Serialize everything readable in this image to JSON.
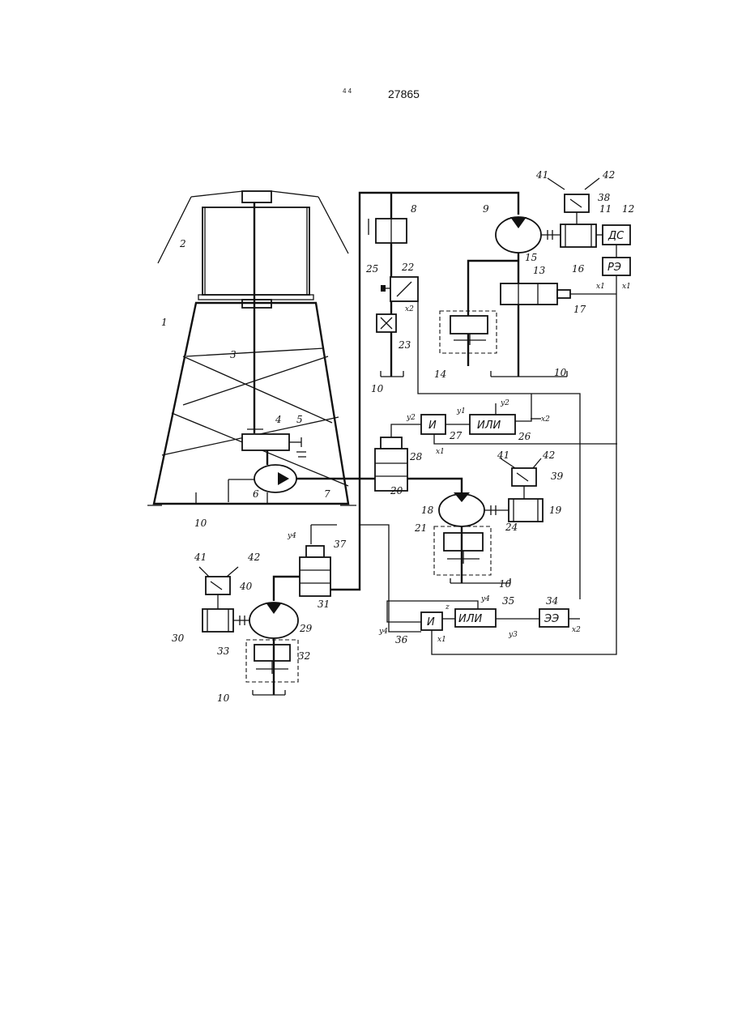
{
  "header": {
    "page_marker": "4 4",
    "page_number": "27865"
  },
  "blocks": {
    "or_upper": "ИЛИ",
    "and_upper": "И",
    "speed_sensor": "ДС",
    "relay_element": "РЭ",
    "or_lower": "ИЛИ",
    "and_lower": "И",
    "ee_block": "ЭЭ"
  },
  "signals": {
    "y1": "y1",
    "y2": "y2",
    "y3": "y3",
    "y4": "y4",
    "x1": "x1",
    "x2": "x2",
    "z": "z"
  },
  "callouts": [
    "1",
    "2",
    "3",
    "4",
    "5",
    "6",
    "7",
    "8",
    "9",
    "10",
    "11",
    "12",
    "13",
    "14",
    "15",
    "16",
    "17",
    "18",
    "19",
    "20",
    "21",
    "22",
    "23",
    "24",
    "25",
    "26",
    "27",
    "28",
    "29",
    "30",
    "31",
    "32",
    "33",
    "34",
    "35",
    "36",
    "37",
    "38",
    "39",
    "40",
    "41",
    "42"
  ]
}
